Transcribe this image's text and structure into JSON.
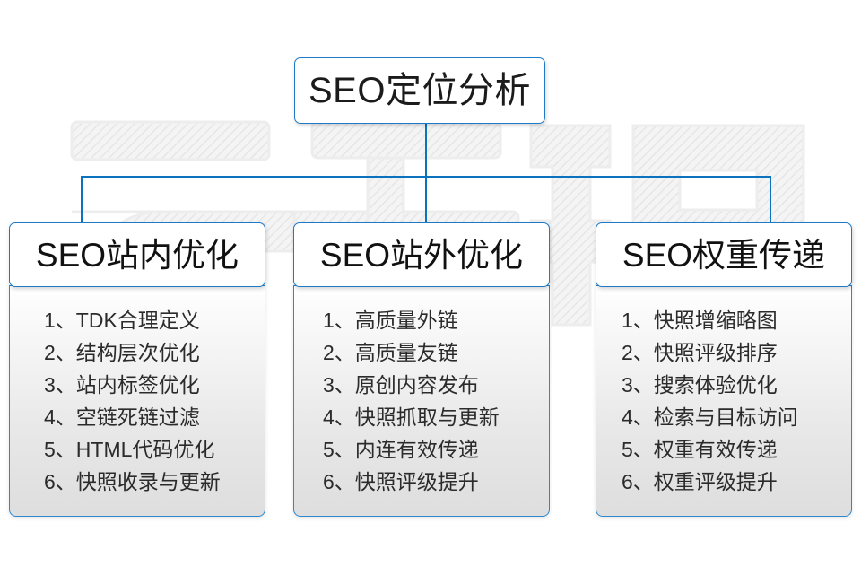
{
  "theme": {
    "accent_blue": "#0b72bd",
    "border_blue": "#2079c4",
    "panel_top": "#ffffff",
    "panel_bottom": "#dedede",
    "text_dark": "#1b1b1b",
    "background": "#ffffff"
  },
  "watermark": {
    "text": "云无限",
    "color": "#efefef"
  },
  "title": {
    "label": "SEO定位分析"
  },
  "columns": [
    {
      "id": "seo-onsite",
      "header": "SEO站内优化",
      "items": [
        "1、TDK合理定义",
        "2、结构层次优化",
        "3、站内标签优化",
        "4、空链死链过滤",
        "5、HTML代码优化",
        "6、快照收录与更新"
      ]
    },
    {
      "id": "seo-offsite",
      "header": "SEO站外优化",
      "items": [
        "1、高质量外链",
        "2、高质量友链",
        "3、原创内容发布",
        "4、快照抓取与更新",
        "5、内连有效传递",
        "6、快照评级提升"
      ]
    },
    {
      "id": "seo-weight",
      "header": "SEO权重传递",
      "items": [
        "1、快照增缩略图",
        "2、快照评级排序",
        "3、搜索体验优化",
        "4、检索与目标访问",
        "5、权重有效传递",
        "6、权重评级提升"
      ]
    }
  ]
}
